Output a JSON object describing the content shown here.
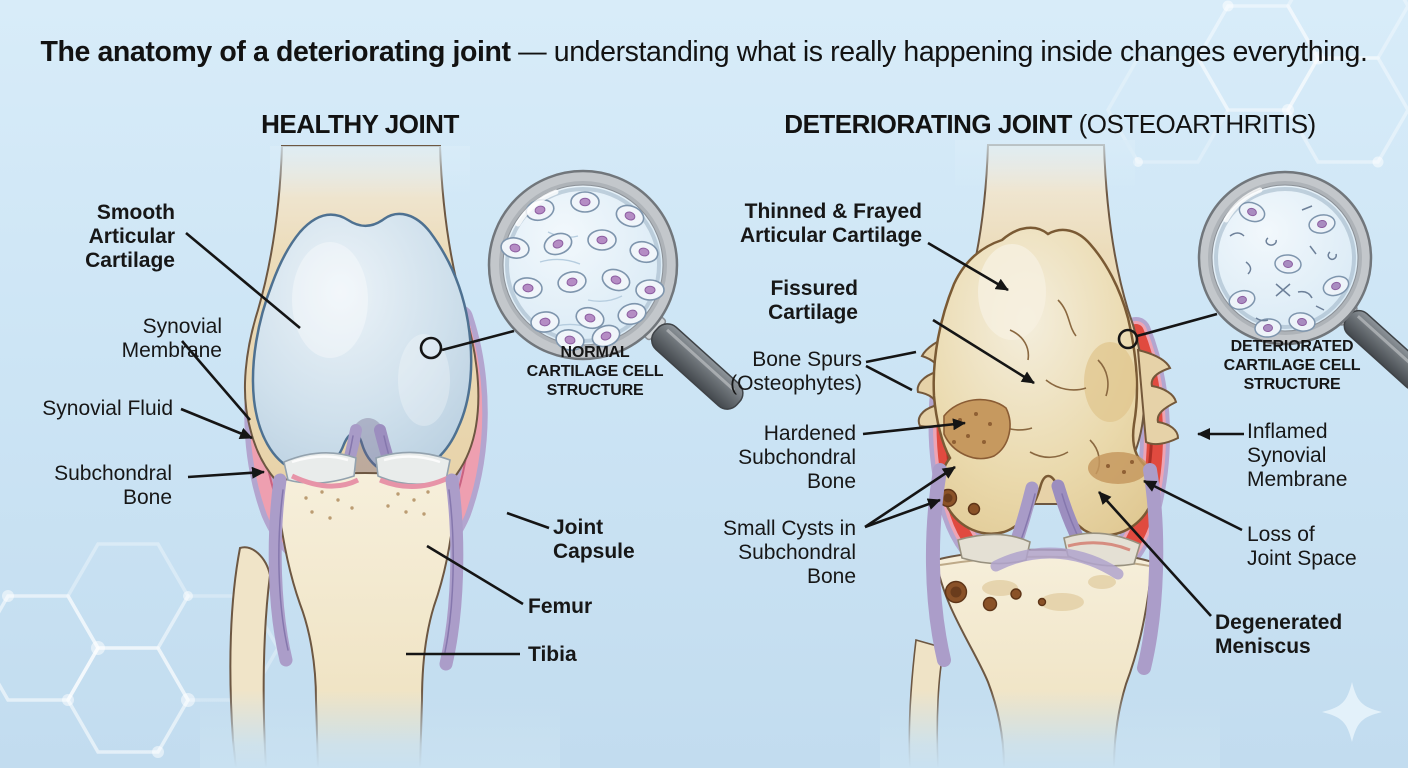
{
  "title": {
    "emphasis": "The anatomy of a deteriorating joint",
    "rest": " — understanding what is really happening inside changes everything."
  },
  "healthy": {
    "heading_emphasis": "HEALTHY JOINT",
    "heading_rest": "",
    "labels": [
      {
        "text": "Smooth\nArticular\nCartilage"
      },
      {
        "text": "Synovial\nMembrane"
      },
      {
        "text": "Synovial Fluid"
      },
      {
        "text": "Subchondral\nBone"
      },
      {
        "text": "Joint\nCapsule"
      },
      {
        "text": "Femur"
      },
      {
        "text": "Tibia"
      }
    ],
    "magnifier_caption": "NORMAL\nCARTILAGE CELL\nSTRUCTURE"
  },
  "deteriorating": {
    "heading_emphasis": "DETERIORATING JOINT",
    "heading_rest": " (OSTEOARTHRITIS)",
    "labels": [
      {
        "text": "Thinned & Frayed\nArticular Cartilage"
      },
      {
        "text": "Fissured\nCartilage"
      },
      {
        "text": "Bone Spurs\n(Osteophytes)"
      },
      {
        "text": "Hardened\nSubchondral\nBone"
      },
      {
        "text": "Small Cysts in\nSubchondral\nBone"
      },
      {
        "text": "Inflamed\nSynovial\nMembrane"
      },
      {
        "text": "Loss of\nJoint Space"
      },
      {
        "text": "Degenerated\nMeniscus"
      }
    ],
    "magnifier_caption": "DETERIORATED\nCARTILAGE CELL\nSTRUCTURE"
  },
  "icons": {
    "healthy_magnifier": "magnifying-glass-icon",
    "deteriorating_magnifier": "magnifying-glass-icon",
    "background_pattern": "hexagon-molecule-pattern",
    "background_accent": "sparkle-icon"
  },
  "colors": {
    "background_top": "#d8ecf9",
    "background_bottom": "#c2dcef",
    "text": "#151515",
    "bone": "#e9d6b0",
    "healthy_cartilage": "#cadded",
    "damaged_cartilage": "#eddfb0",
    "healthy_synovium_pink": "#ee9fb0",
    "inflamed_synovium_red": "#e04a3f",
    "joint_capsule_purple": "#b3a5cf",
    "leader_lines": "#151515"
  }
}
